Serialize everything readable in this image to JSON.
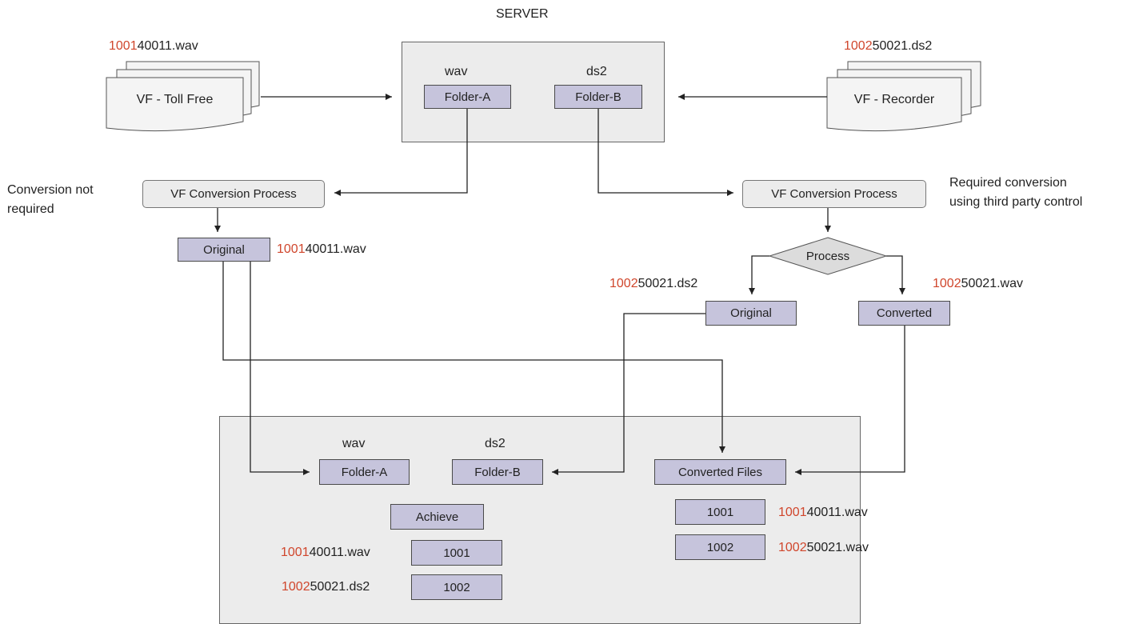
{
  "server": {
    "title": "SERVER",
    "folder_a_type": "wav",
    "folder_b_type": "ds2",
    "folder_a": "Folder-A",
    "folder_b": "Folder-B"
  },
  "sources": {
    "toll_free": {
      "label": "VF - Toll Free",
      "file_prefix": "1001",
      "file_suffix": "40011.wav"
    },
    "recorder": {
      "label": "VF - Recorder",
      "file_prefix": "1002",
      "file_suffix": "50021.ds2"
    }
  },
  "left_flow": {
    "process_label": "VF Conversion Process",
    "note_line1": "Conversion not",
    "note_line2": "required",
    "original": "Original",
    "original_file_prefix": "1001",
    "original_file_suffix": "40011.wav"
  },
  "right_flow": {
    "process_label": "VF Conversion Process",
    "note_line1": "Required conversion",
    "note_line2": "using third party control",
    "decision": "Process",
    "original": "Original",
    "converted": "Converted",
    "original_file_prefix": "1002",
    "original_file_suffix": "50021.ds2",
    "converted_file_prefix": "1002",
    "converted_file_suffix": "50021.wav"
  },
  "storage": {
    "folder_a_type": "wav",
    "folder_b_type": "ds2",
    "folder_a": "Folder-A",
    "folder_b": "Folder-B",
    "converted_files": "Converted Files",
    "achieve": "Achieve",
    "achieve_items": [
      {
        "id": "1001",
        "file_prefix": "1001",
        "file_suffix": "40011.wav"
      },
      {
        "id": "1002",
        "file_prefix": "1002",
        "file_suffix": "50021.ds2"
      }
    ],
    "converted_items": [
      {
        "id": "1001",
        "file_prefix": "1001",
        "file_suffix": "40011.wav"
      },
      {
        "id": "1002",
        "file_prefix": "1002",
        "file_suffix": "50021.wav"
      }
    ]
  },
  "colors": {
    "box_fill": "#c6c4dc",
    "panel_fill": "#ececec",
    "prefix_red": "#d0462c",
    "line": "#222222"
  }
}
